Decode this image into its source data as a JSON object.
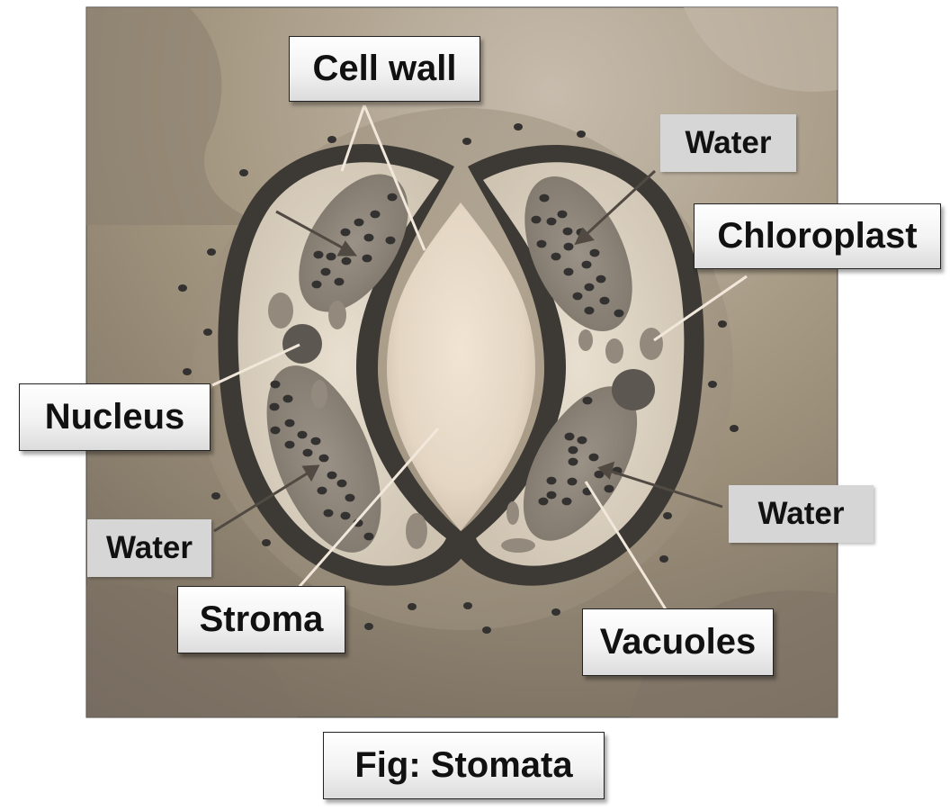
{
  "figure": {
    "caption": "Fig: Stomata",
    "labels": {
      "cell_wall": "Cell wall",
      "water_top_right": "Water",
      "chloroplast": "Chloroplast",
      "nucleus": "Nucleus",
      "water_bottom_left": "Water",
      "water_bottom_right": "Water",
      "stroma": "Stroma",
      "vacuoles": "Vacuoles"
    }
  },
  "colors": {
    "background_dark": "#6f6559",
    "background_light": "#b7aa99",
    "cell_wall": "#3e3b37",
    "cytoplasm": "#ddd2c1",
    "pore": "#efe2d2",
    "chloroplast": "#8e8679",
    "dots": "#333231",
    "leader_line": "#f1e8db",
    "arrow": "#514a43"
  }
}
